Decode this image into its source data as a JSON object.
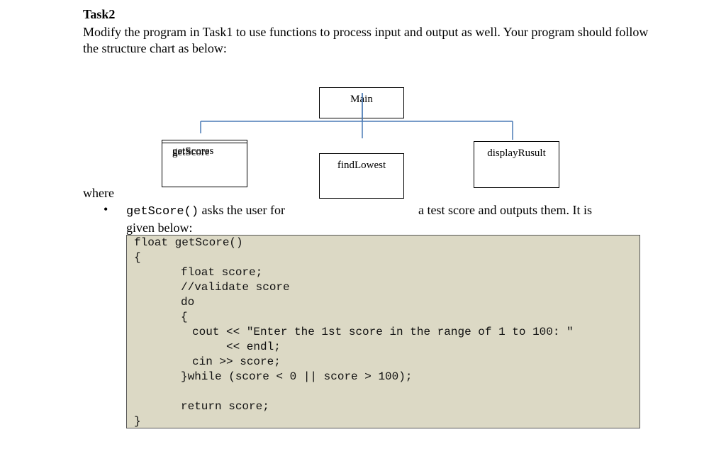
{
  "task": {
    "title": "Task2",
    "paragraph": "Modify the program in Task1 to use functions to process input and output as well. Your program should follow the structure chart as below:"
  },
  "chart": {
    "main": "Main",
    "get_scores_a": "getScores",
    "get_scores_b": "getScore",
    "find_lowest": "findLowest",
    "display_result": "displayRusult"
  },
  "description": {
    "where": "where",
    "bullet": "•",
    "func_name": "getScore()",
    "text_a": " asks the user for",
    "text_b": "a test score and outputs them. It is",
    "text_c": "given below:"
  },
  "code": {
    "lines": [
      "float getScore()",
      "{",
      "float score;",
      "//validate score",
      "do",
      "{",
      "cout << \"Enter the 1st score in the range of 1 to 100: \"",
      "<< endl;",
      "cin >> score;",
      "}while (score < 0 || score > 100);",
      "return score;",
      "}"
    ]
  }
}
